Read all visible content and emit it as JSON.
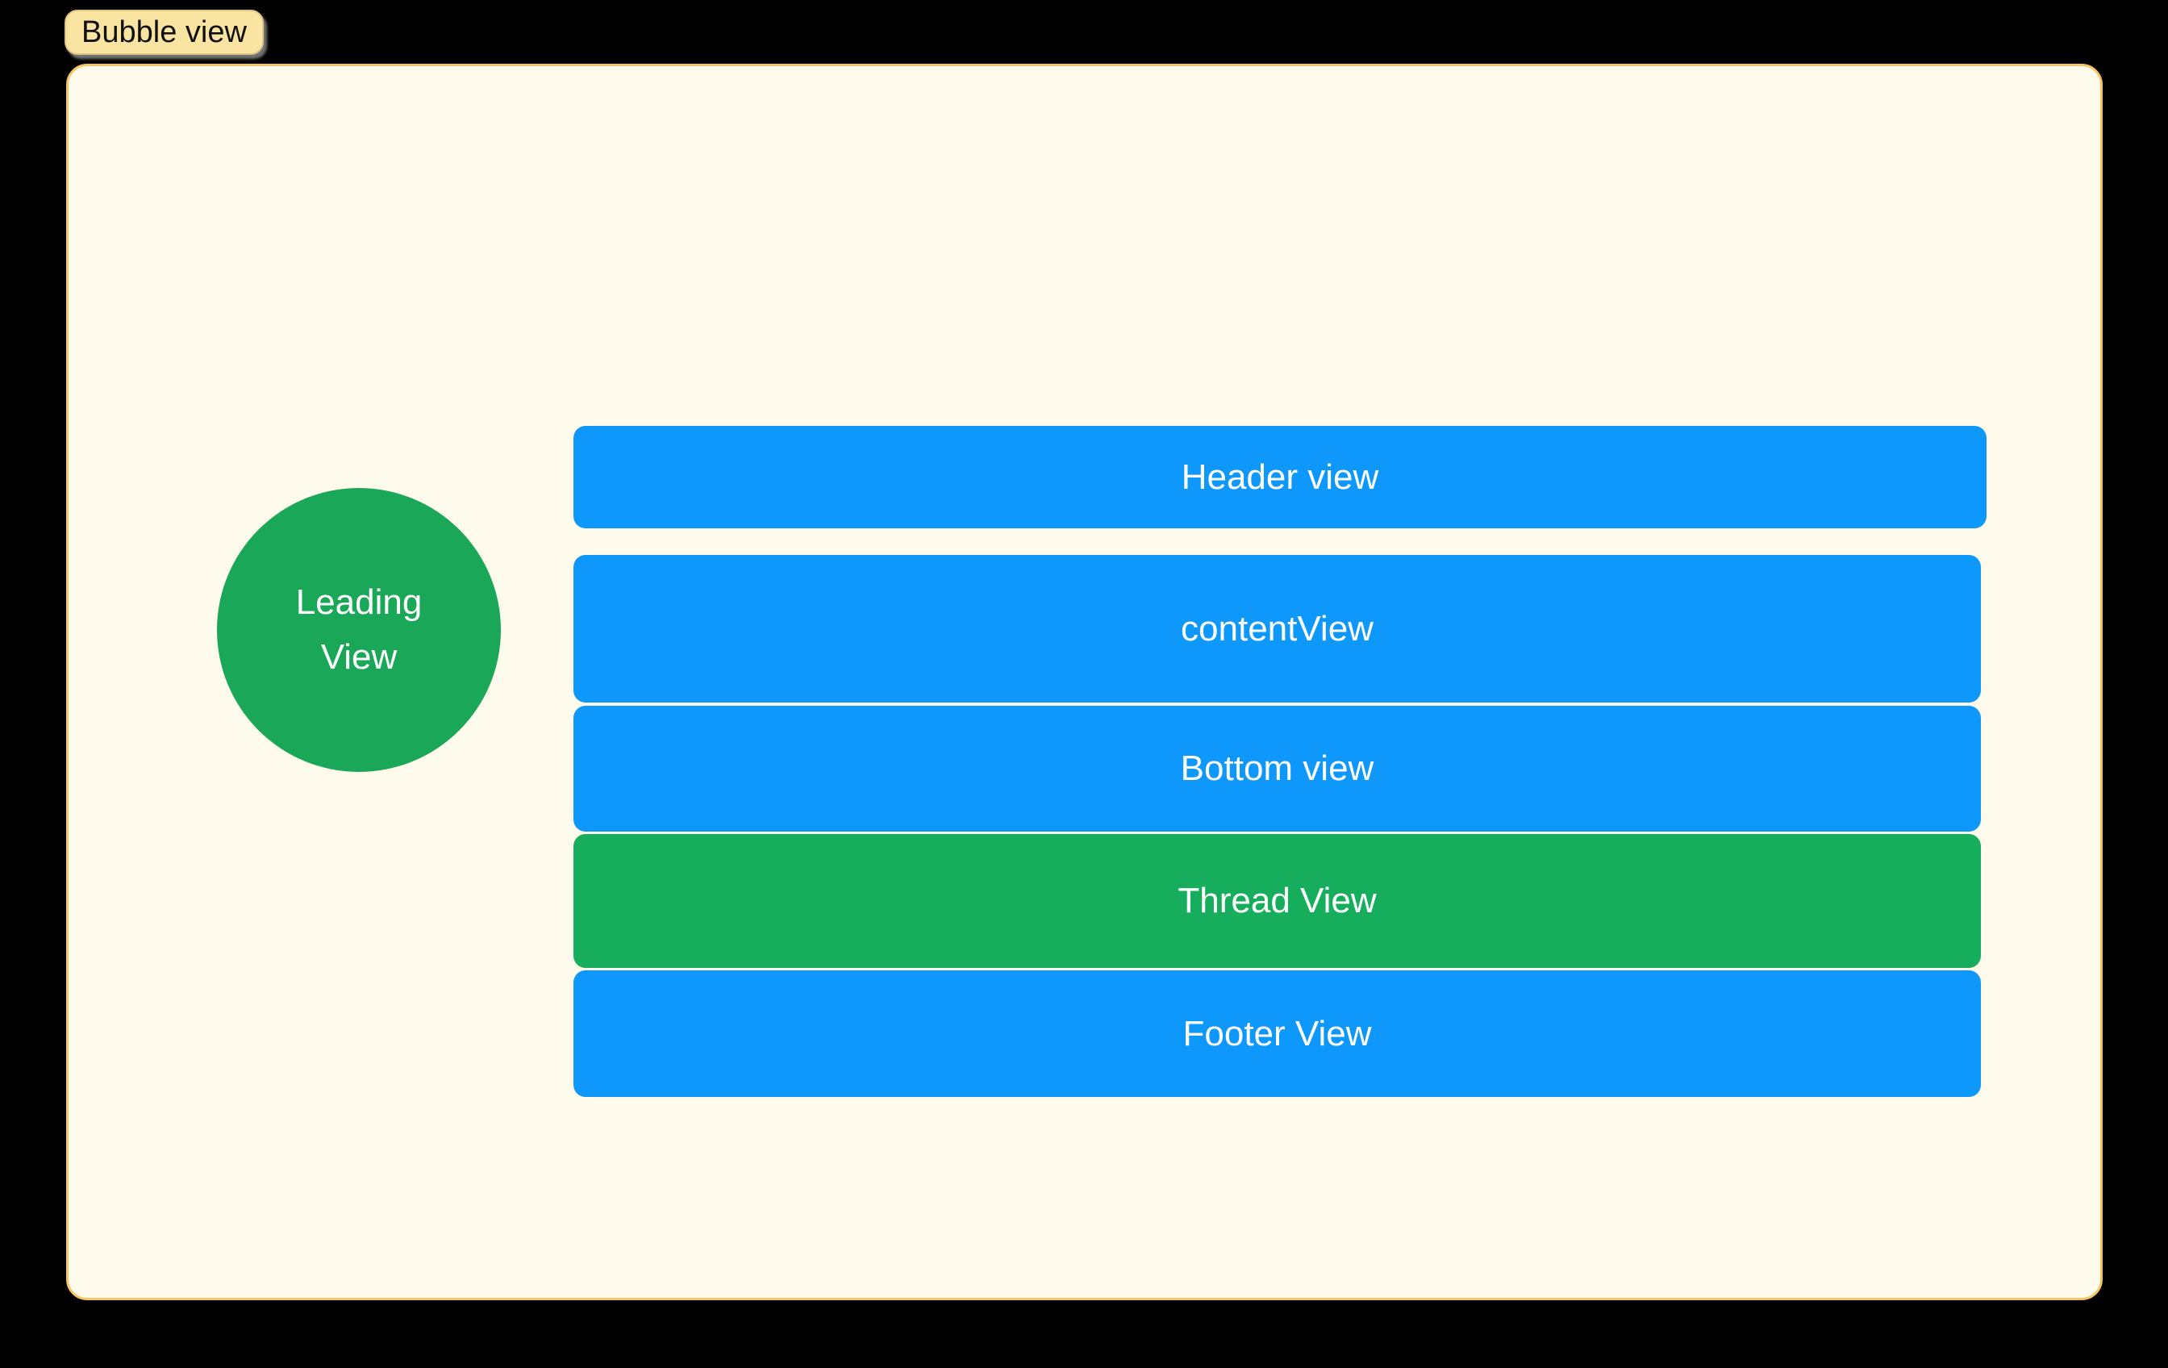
{
  "window": {
    "background": "#000000"
  },
  "bubble_label": {
    "text": "Bubble view",
    "background": "#FAE4A1",
    "border_color": "#E0C586",
    "text_color": "#111111"
  },
  "canvas": {
    "background": "#FEFAEC",
    "border_color": "#F5C465"
  },
  "leading_view": {
    "label": "Leading View",
    "color": "#1AA757",
    "text_color": "#FFFFFF"
  },
  "bars": [
    {
      "id": "header-view",
      "label": "Header view",
      "color": "#0E98FC"
    },
    {
      "id": "content-view",
      "label": "contentView",
      "color": "#0E98FC"
    },
    {
      "id": "bottom-view",
      "label": "Bottom view",
      "color": "#0E98FC"
    },
    {
      "id": "thread-view",
      "label": "Thread View",
      "color": "#16AE5C"
    },
    {
      "id": "footer-view",
      "label": "Footer View",
      "color": "#0E98FC"
    }
  ]
}
